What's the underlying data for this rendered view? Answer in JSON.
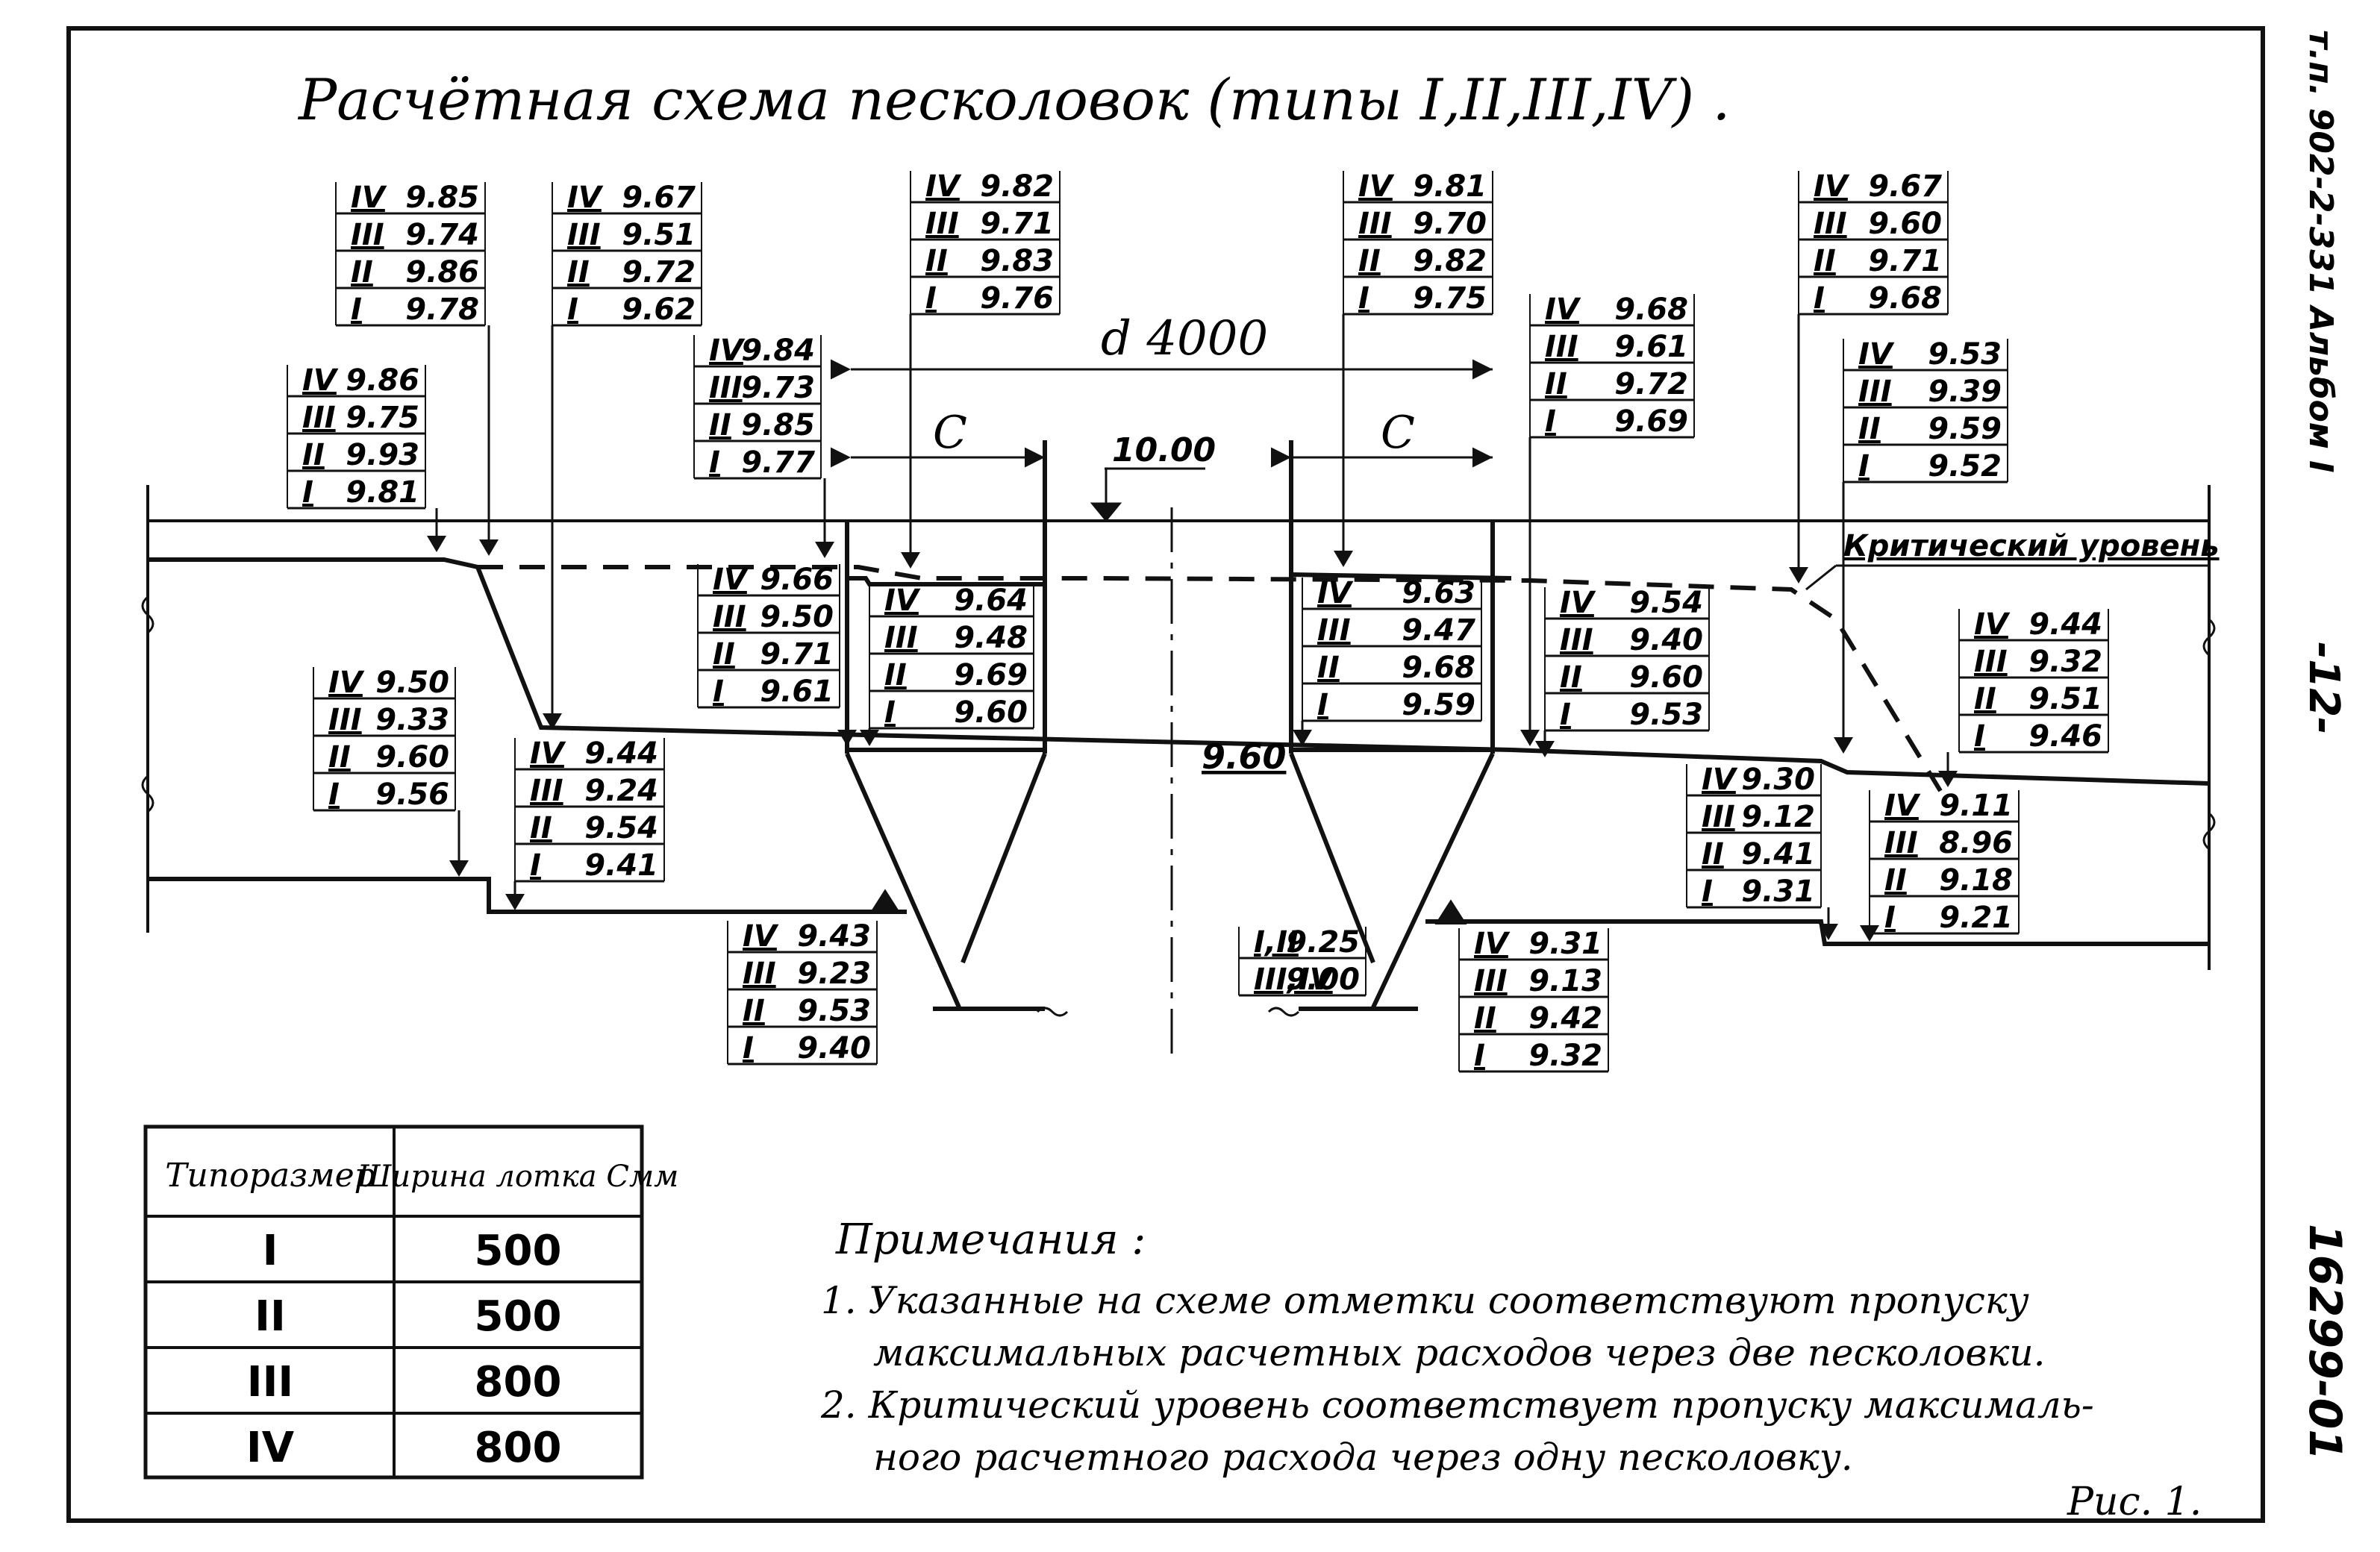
{
  "title": "Расчётная схема песколовок (типы I,II,III,IV) .",
  "side_stamp": {
    "sheet_ref": "т.п. 902-2-331 Альбом I",
    "page_number": "-12-",
    "doc_number": "16299-01"
  },
  "dimensions": {
    "diameter": "d 4000",
    "channel_width_left": "C",
    "channel_width_right": "C",
    "axis_level": "10.00"
  },
  "critical_level_label": "Критический уровень",
  "level_labels": {
    "sand_left": "9.60"
  },
  "level_groups": {
    "g_in_upper_a": [
      {
        "type": "IV",
        "value": "9.86"
      },
      {
        "type": "III",
        "value": "9.75"
      },
      {
        "type": "II",
        "value": "9.93"
      },
      {
        "type": "I",
        "value": "9.81"
      }
    ],
    "g_in_upper_b": [
      {
        "type": "IV",
        "value": "9.85"
      },
      {
        "type": "III",
        "value": "9.74"
      },
      {
        "type": "II",
        "value": "9.86"
      },
      {
        "type": "I",
        "value": "9.78"
      }
    ],
    "g_in_upper_c": [
      {
        "type": "IV",
        "value": "9.67"
      },
      {
        "type": "III",
        "value": "9.51"
      },
      {
        "type": "II",
        "value": "9.72"
      },
      {
        "type": "I",
        "value": "9.62"
      }
    ],
    "g_in_upper_d": [
      {
        "type": "IV",
        "value": "9.84"
      },
      {
        "type": "III",
        "value": "9.73"
      },
      {
        "type": "II",
        "value": "9.85"
      },
      {
        "type": "I",
        "value": "9.77"
      }
    ],
    "g_left_tank_top": [
      {
        "type": "IV",
        "value": "9.82"
      },
      {
        "type": "III",
        "value": "9.71"
      },
      {
        "type": "II",
        "value": "9.83"
      },
      {
        "type": "I",
        "value": "9.76"
      }
    ],
    "g_right_tank_top": [
      {
        "type": "IV",
        "value": "9.81"
      },
      {
        "type": "III",
        "value": "9.70"
      },
      {
        "type": "II",
        "value": "9.82"
      },
      {
        "type": "I",
        "value": "9.75"
      }
    ],
    "g_out_upper_a": [
      {
        "type": "IV",
        "value": "9.68"
      },
      {
        "type": "III",
        "value": "9.61"
      },
      {
        "type": "II",
        "value": "9.72"
      },
      {
        "type": "I",
        "value": "9.69"
      }
    ],
    "g_out_upper_b": [
      {
        "type": "IV",
        "value": "9.67"
      },
      {
        "type": "III",
        "value": "9.60"
      },
      {
        "type": "II",
        "value": "9.71"
      },
      {
        "type": "I",
        "value": "9.68"
      }
    ],
    "g_out_upper_c": [
      {
        "type": "IV",
        "value": "9.53"
      },
      {
        "type": "III",
        "value": "9.39"
      },
      {
        "type": "II",
        "value": "9.59"
      },
      {
        "type": "I",
        "value": "9.52"
      }
    ],
    "g_in_mid": [
      {
        "type": "IV",
        "value": "9.66"
      },
      {
        "type": "III",
        "value": "9.50"
      },
      {
        "type": "II",
        "value": "9.71"
      },
      {
        "type": "I",
        "value": "9.61"
      }
    ],
    "g_left_tank_mid": [
      {
        "type": "IV",
        "value": "9.64"
      },
      {
        "type": "III",
        "value": "9.48"
      },
      {
        "type": "II",
        "value": "9.69"
      },
      {
        "type": "I",
        "value": "9.60"
      }
    ],
    "g_right_tank_mid": [
      {
        "type": "IV",
        "value": "9.63"
      },
      {
        "type": "III",
        "value": "9.47"
      },
      {
        "type": "II",
        "value": "9.68"
      },
      {
        "type": "I",
        "value": "9.59"
      }
    ],
    "g_out_mid": [
      {
        "type": "IV",
        "value": "9.54"
      },
      {
        "type": "III",
        "value": "9.40"
      },
      {
        "type": "II",
        "value": "9.60"
      },
      {
        "type": "I",
        "value": "9.53"
      }
    ],
    "g_out_right_mid": [
      {
        "type": "IV",
        "value": "9.44"
      },
      {
        "type": "III",
        "value": "9.32"
      },
      {
        "type": "II",
        "value": "9.51"
      },
      {
        "type": "I",
        "value": "9.46"
      }
    ],
    "g_in_lower_a": [
      {
        "type": "IV",
        "value": "9.50"
      },
      {
        "type": "III",
        "value": "9.33"
      },
      {
        "type": "II",
        "value": "9.60"
      },
      {
        "type": "I",
        "value": "9.56"
      }
    ],
    "g_in_lower_b": [
      {
        "type": "IV",
        "value": "9.44"
      },
      {
        "type": "III",
        "value": "9.24"
      },
      {
        "type": "II",
        "value": "9.54"
      },
      {
        "type": "I",
        "value": "9.41"
      }
    ],
    "g_out_lower_a": [
      {
        "type": "IV",
        "value": "9.30"
      },
      {
        "type": "III",
        "value": "9.12"
      },
      {
        "type": "II",
        "value": "9.41"
      },
      {
        "type": "I",
        "value": "9.31"
      }
    ],
    "g_out_lower_b": [
      {
        "type": "IV",
        "value": "9.11"
      },
      {
        "type": "III",
        "value": "8.96"
      },
      {
        "type": "II",
        "value": "9.18"
      },
      {
        "type": "I",
        "value": "9.21"
      }
    ],
    "g_left_bottom": [
      {
        "type": "IV",
        "value": "9.43"
      },
      {
        "type": "III",
        "value": "9.23"
      },
      {
        "type": "II",
        "value": "9.53"
      },
      {
        "type": "I",
        "value": "9.40"
      }
    ],
    "g_right_bottom": [
      {
        "type": "IV",
        "value": "9.31"
      },
      {
        "type": "III",
        "value": "9.13"
      },
      {
        "type": "II",
        "value": "9.42"
      },
      {
        "type": "I",
        "value": "9.32"
      }
    ],
    "g_right_cone": [
      {
        "type": "I,II",
        "value": "9.25"
      },
      {
        "type": "III,IV",
        "value": "9.00"
      }
    ]
  },
  "size_table": {
    "headers": [
      "Типоразмер",
      "Ширина лотка Cмм"
    ],
    "rows": [
      {
        "type": "I",
        "width": "500"
      },
      {
        "type": "II",
        "width": "500"
      },
      {
        "type": "III",
        "width": "800"
      },
      {
        "type": "IV",
        "width": "800"
      }
    ]
  },
  "notes": {
    "heading": "Примечания :",
    "items": [
      "1. Указанные на схеме отметки соответствуют пропуску",
      "максимальных расчетных расходов через две песколовки.",
      "2. Критический уровень соответствует пропуску максималь-",
      "ного расчетного расхода через одну песколовку."
    ]
  },
  "figure_label": "Рис. 1."
}
